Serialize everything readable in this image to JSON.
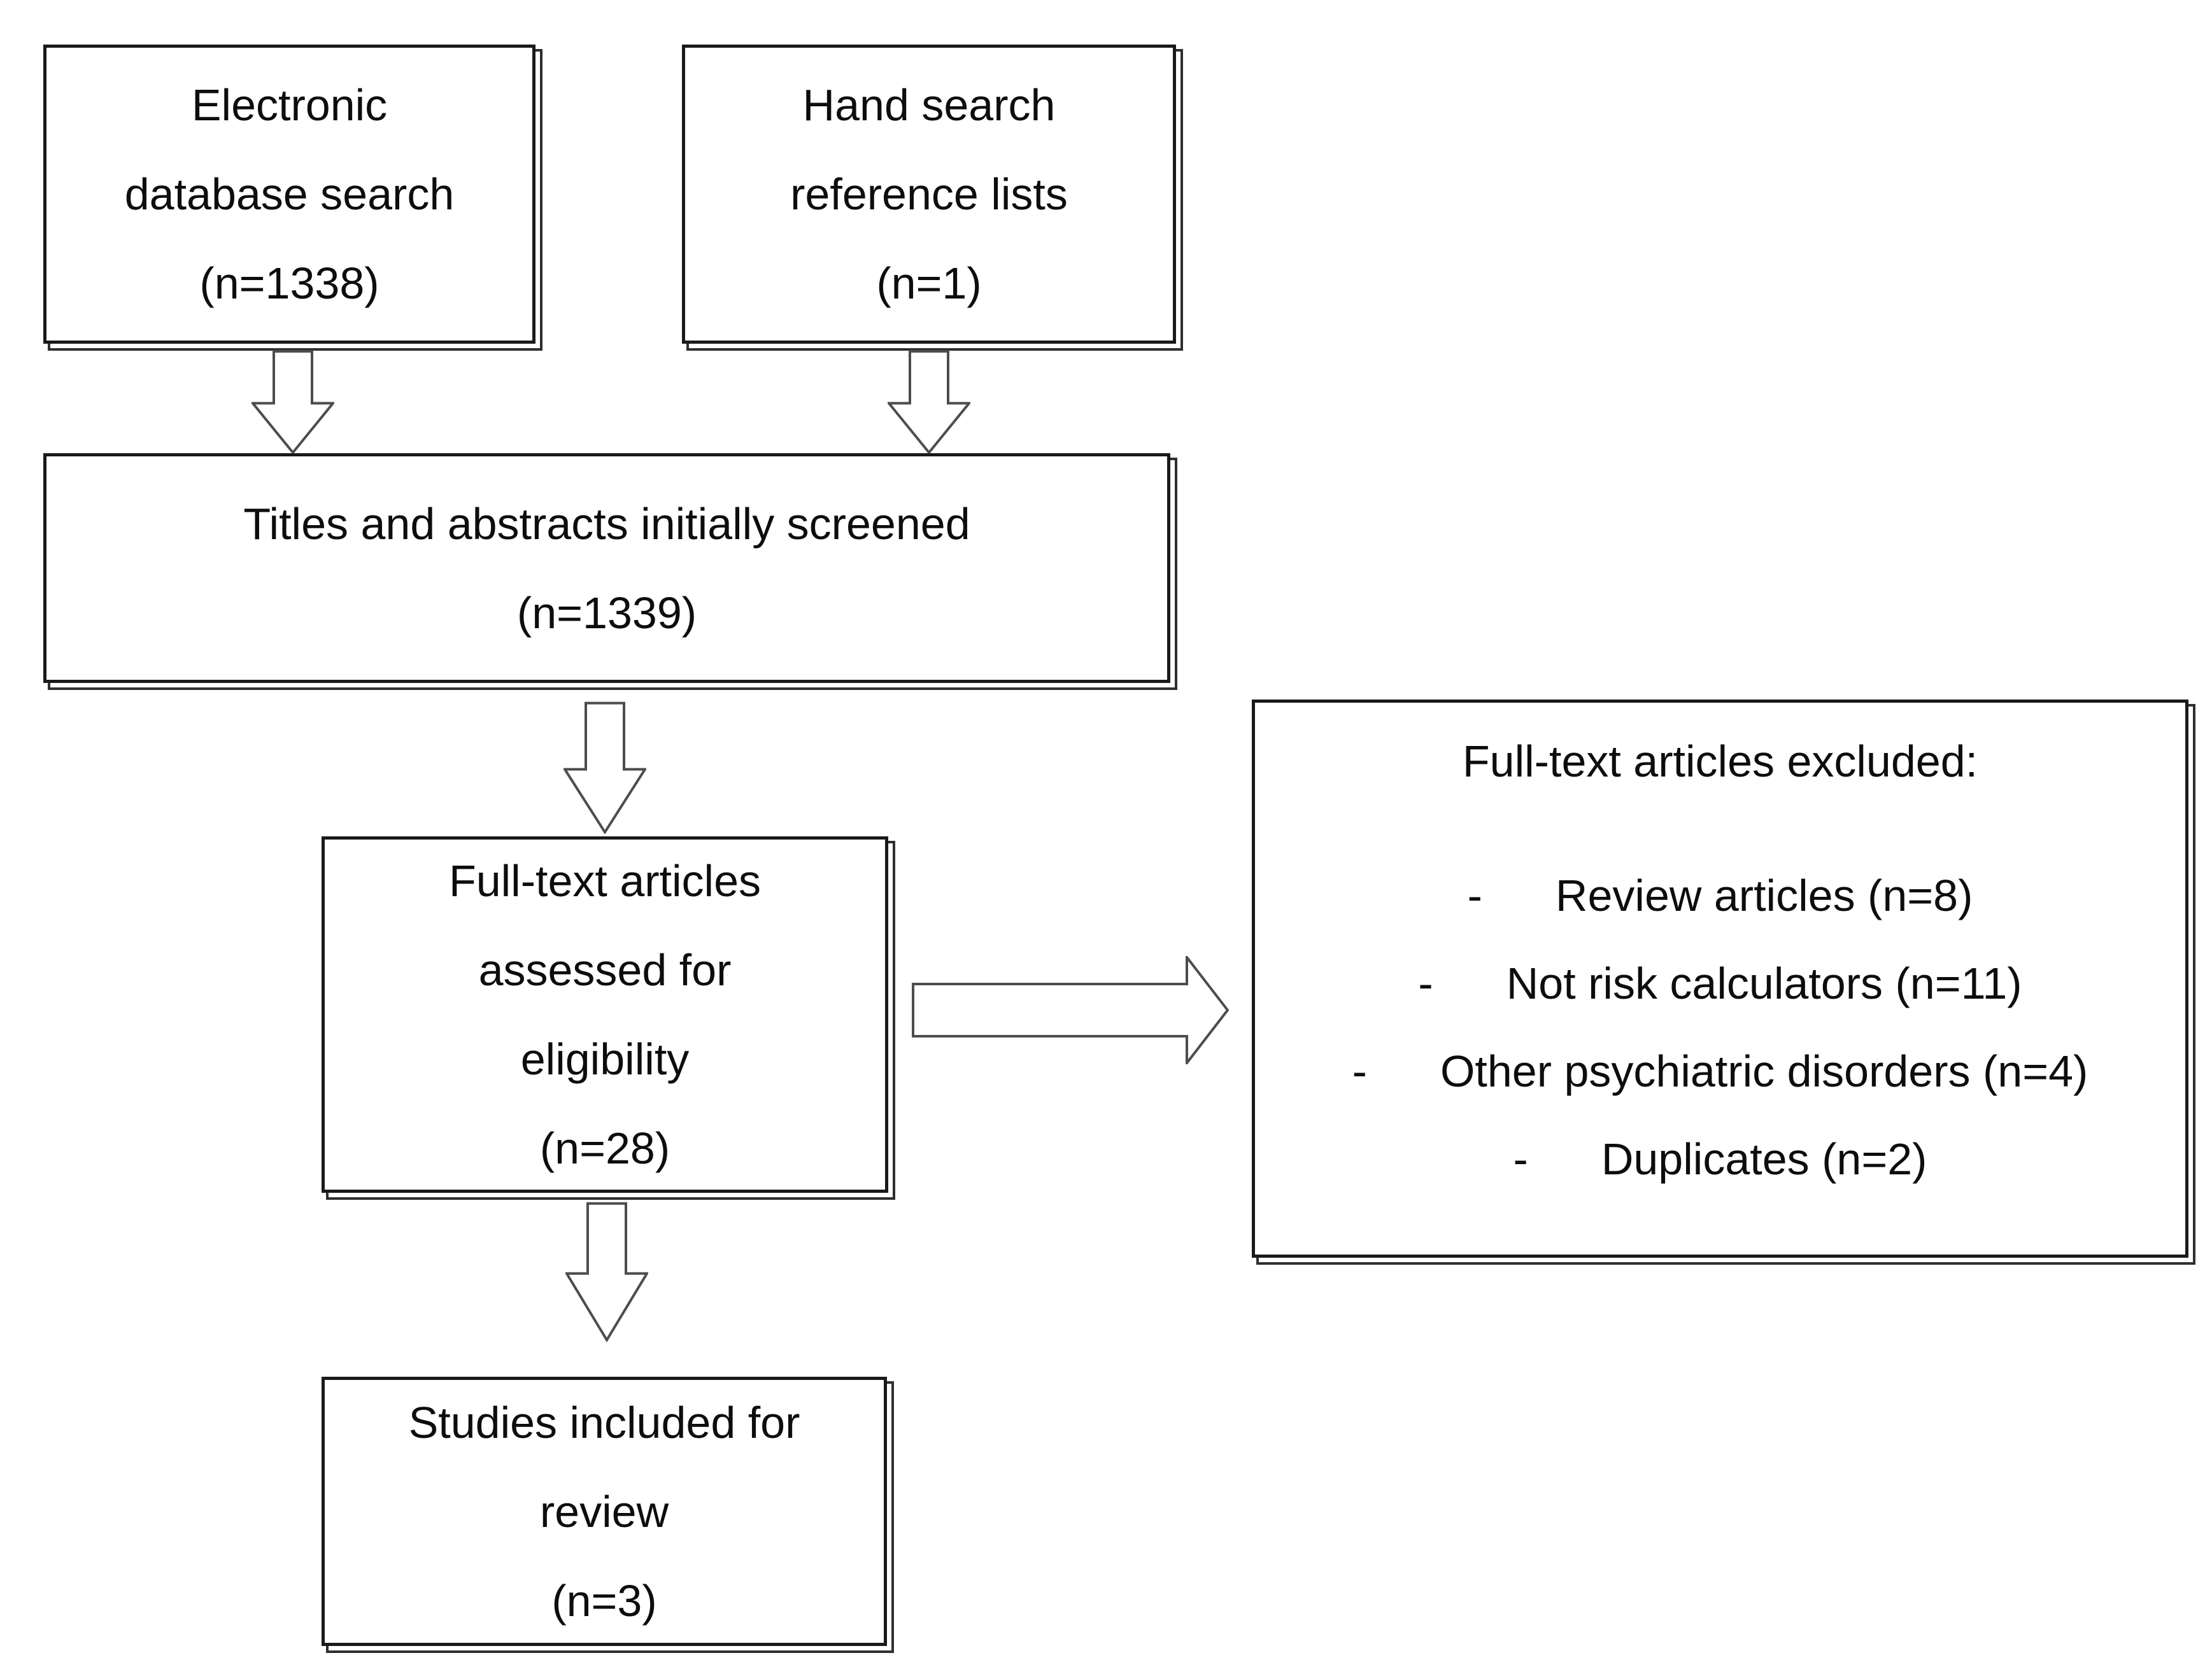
{
  "flowchart": {
    "background": "#ffffff",
    "colors": {
      "box_border": "#1a1a1a",
      "text": "#0d0d0d",
      "arrow_outline": "#4d4d4d",
      "arrow_fill": "#ffffff",
      "shadow": "#2f2f2f"
    },
    "boxes": {
      "electronic": {
        "lines": [
          "Electronic",
          "database search",
          "(n=1338)"
        ]
      },
      "hand_search": {
        "lines": [
          "Hand search",
          "reference lists",
          "(n=1)"
        ]
      },
      "screened": {
        "lines": [
          "Titles and abstracts initially screened",
          "(n=1339)"
        ]
      },
      "full_text_assessed": {
        "lines": [
          "Full-text articles",
          "assessed for",
          "eligibility",
          "(n=28)"
        ]
      },
      "excluded": {
        "title": "Full-text articles excluded:",
        "bullet_glyph": "-",
        "items": [
          "Review articles (n=8)",
          "Not risk calculators (n=11)",
          "Other psychiatric disorders (n=4)",
          "Duplicates (n=2)"
        ]
      },
      "included": {
        "lines": [
          "Studies included for",
          "review",
          "(n=3)"
        ]
      }
    },
    "connectors": [
      {
        "icon": "down-arrow",
        "from": "electronic",
        "to": "screened"
      },
      {
        "icon": "down-arrow",
        "from": "hand_search",
        "to": "screened"
      },
      {
        "icon": "down-arrow",
        "from": "screened",
        "to": "full_text_assessed"
      },
      {
        "icon": "right-arrow",
        "from": "full_text_assessed",
        "to": "excluded"
      },
      {
        "icon": "down-arrow",
        "from": "full_text_assessed",
        "to": "included"
      }
    ]
  }
}
